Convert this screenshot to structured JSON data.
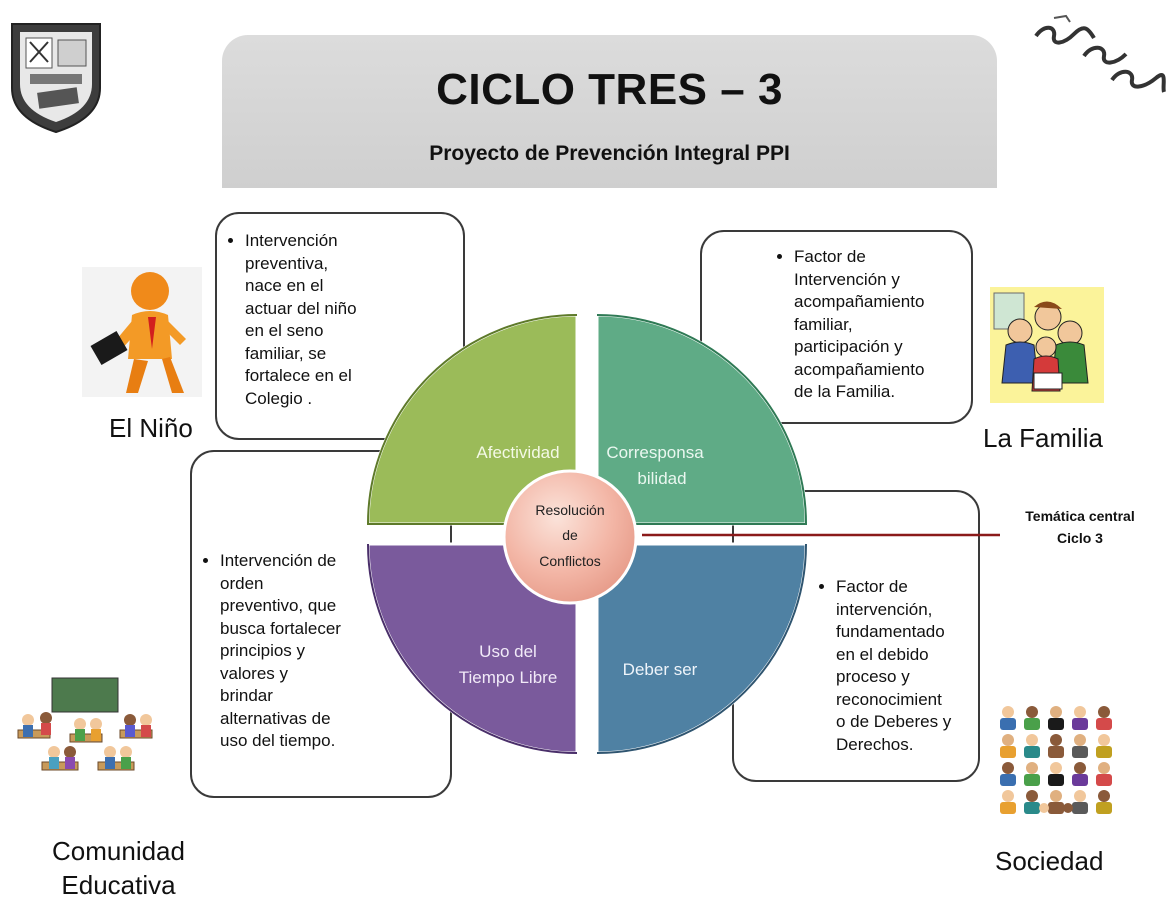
{
  "header": {
    "title": "CICLO TRES – 3",
    "subtitle": "Proyecto de Prevención Integral PPI"
  },
  "diagram": {
    "center": {
      "lines": [
        "Resolución",
        "de",
        "Conflictos"
      ]
    },
    "quadrants": [
      {
        "id": "afectividad",
        "lines": [
          "Afectividad"
        ],
        "color": "#9bbb59"
      },
      {
        "id": "corresponsabilidad",
        "lines": [
          "Corresponsa",
          "bilidad"
        ],
        "color": "#5fab86"
      },
      {
        "id": "tiempo-libre",
        "lines": [
          "Uso del",
          "Tiempo Libre"
        ],
        "color": "#7a5a9c"
      },
      {
        "id": "deber-ser",
        "lines": [
          "Deber ser"
        ],
        "color": "#4f81a3"
      }
    ],
    "theme_label": [
      "Temática central",
      "Ciclo 3"
    ],
    "theme_line_color": "#8b1a1a"
  },
  "boxes": {
    "nino": {
      "lines": [
        "Intervención",
        "preventiva,",
        "nace en el",
        "actuar del niño",
        "en el seno",
        "familiar, se",
        "fortalece en el",
        "Colegio ."
      ]
    },
    "familia": {
      "lines": [
        "Factor de",
        "Intervención y",
        "acompañamiento",
        "familiar,",
        "participación y",
        "acompañamiento",
        "de la Familia."
      ]
    },
    "comunidad": {
      "lines": [
        "Intervención de",
        "orden",
        "preventivo, que",
        "busca fortalecer",
        "principios y",
        "valores y",
        "brindar",
        "alternativas de",
        "uso del tiempo."
      ]
    },
    "sociedad": {
      "lines": [
        "Factor de",
        "intervención,",
        "fundamentado",
        "en el debido",
        "proceso y",
        "reconocimient",
        "o de Deberes y",
        "Derechos."
      ]
    }
  },
  "labels": {
    "nino": "El Niño",
    "familia": "La Familia",
    "comunidad": [
      "Comunidad",
      "Educativa"
    ],
    "sociedad": "Sociedad"
  },
  "icons": {
    "top_left": "school-crest-icon",
    "top_right": "handwritten-logo-icon",
    "nino": "child-figure-icon",
    "familia": "family-illustration-icon",
    "comunidad": "classroom-illustration-icon",
    "sociedad": "people-grid-icon"
  }
}
